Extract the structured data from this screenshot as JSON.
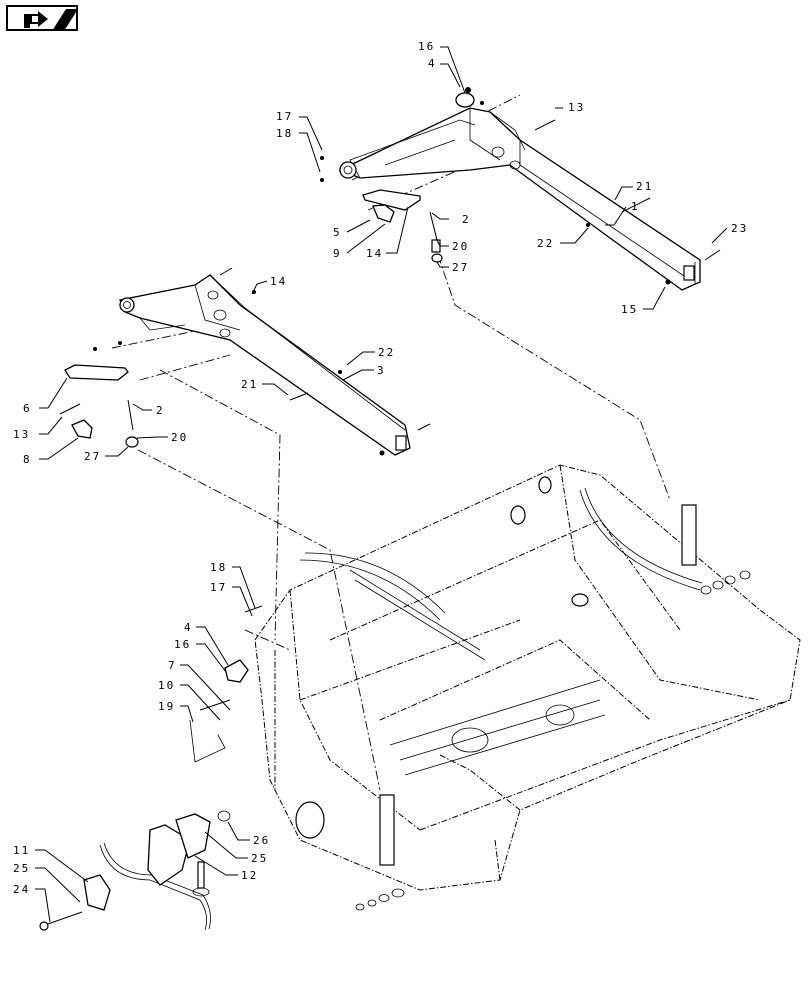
{
  "nav": {
    "icon": "page-back-arrow-icon"
  },
  "callouts": [
    {
      "id": "c-top-16",
      "text": "16"
    },
    {
      "id": "c-top-4",
      "text": "4"
    },
    {
      "id": "c-top-13",
      "text": "13"
    },
    {
      "id": "c-top-17",
      "text": "17"
    },
    {
      "id": "c-top-18",
      "text": "18"
    },
    {
      "id": "c-top-21",
      "text": "21"
    },
    {
      "id": "c-top-1",
      "text": "1"
    },
    {
      "id": "c-top-23",
      "text": "23"
    },
    {
      "id": "c-top-22",
      "text": "22"
    },
    {
      "id": "c-top-15",
      "text": "15"
    },
    {
      "id": "c-top-5",
      "text": "5"
    },
    {
      "id": "c-top-9",
      "text": "9"
    },
    {
      "id": "c-top-14",
      "text": "14"
    },
    {
      "id": "c-top-2",
      "text": "2"
    },
    {
      "id": "c-top-20",
      "text": "20"
    },
    {
      "id": "c-top-27",
      "text": "27"
    },
    {
      "id": "c-mid-14",
      "text": "14"
    },
    {
      "id": "c-mid-22",
      "text": "22"
    },
    {
      "id": "c-mid-3",
      "text": "3"
    },
    {
      "id": "c-mid-21",
      "text": "21"
    },
    {
      "id": "c-mid-6",
      "text": "6"
    },
    {
      "id": "c-mid-13",
      "text": "13"
    },
    {
      "id": "c-mid-8",
      "text": "8"
    },
    {
      "id": "c-mid-2",
      "text": "2"
    },
    {
      "id": "c-mid-20",
      "text": "20"
    },
    {
      "id": "c-mid-27",
      "text": "27"
    },
    {
      "id": "c-low-18",
      "text": "18"
    },
    {
      "id": "c-low-17",
      "text": "17"
    },
    {
      "id": "c-low-4",
      "text": "4"
    },
    {
      "id": "c-low-16",
      "text": "16"
    },
    {
      "id": "c-low-7",
      "text": "7"
    },
    {
      "id": "c-low-10",
      "text": "10"
    },
    {
      "id": "c-low-19",
      "text": "19"
    },
    {
      "id": "c-bot-11",
      "text": "11"
    },
    {
      "id": "c-bot-25a",
      "text": "25"
    },
    {
      "id": "c-bot-24",
      "text": "24"
    },
    {
      "id": "c-bot-26",
      "text": "26"
    },
    {
      "id": "c-bot-25b",
      "text": "25"
    },
    {
      "id": "c-bot-12",
      "text": "12"
    }
  ]
}
